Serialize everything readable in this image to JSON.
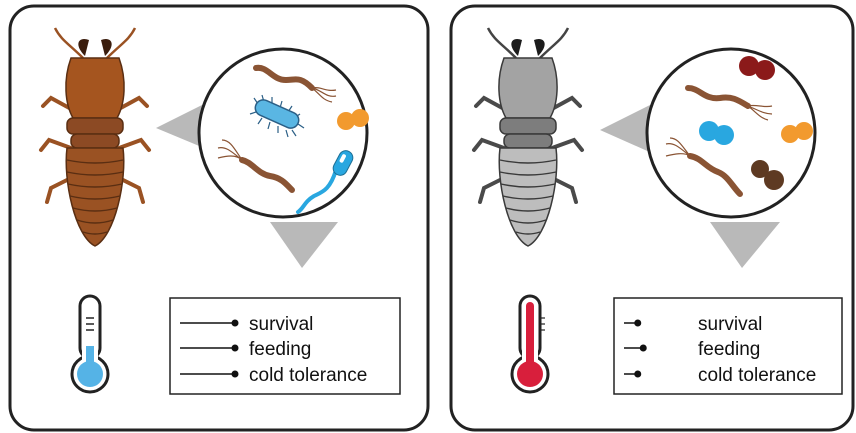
{
  "panels": [
    {
      "id": "left",
      "insect_color": "#9a5223",
      "thermometer_fill": "#55b3e6",
      "microbes": [
        "worm-bacterium",
        "rod-bacterium",
        "orange-cocci",
        "spirochete",
        "flagellated-bacterium"
      ],
      "legend": [
        {
          "label": "survival",
          "level": 1.0
        },
        {
          "label": "feeding",
          "level": 1.0
        },
        {
          "label": "cold tolerance",
          "level": 1.0
        }
      ]
    },
    {
      "id": "right",
      "insect_color": "#9a9a9a",
      "thermometer_fill": "#d81f3c",
      "microbes": [
        "dark-red-cocci",
        "worm-bacterium",
        "blue-cocci",
        "orange-cocci",
        "spirochete",
        "brown-cocci"
      ],
      "legend": [
        {
          "label": "survival",
          "level": 0.25
        },
        {
          "label": "feeding",
          "level": 0.35
        },
        {
          "label": "cold tolerance",
          "level": 0.25
        }
      ]
    }
  ],
  "colors": {
    "border": "#222222",
    "pointer_gray": "#b9b9b9",
    "worm_brown": "#8a5434",
    "orange": "#f29a2e",
    "blue": "#29a7e0",
    "dark_red": "#8b1a1a",
    "dark_brown": "#5e3a22"
  }
}
